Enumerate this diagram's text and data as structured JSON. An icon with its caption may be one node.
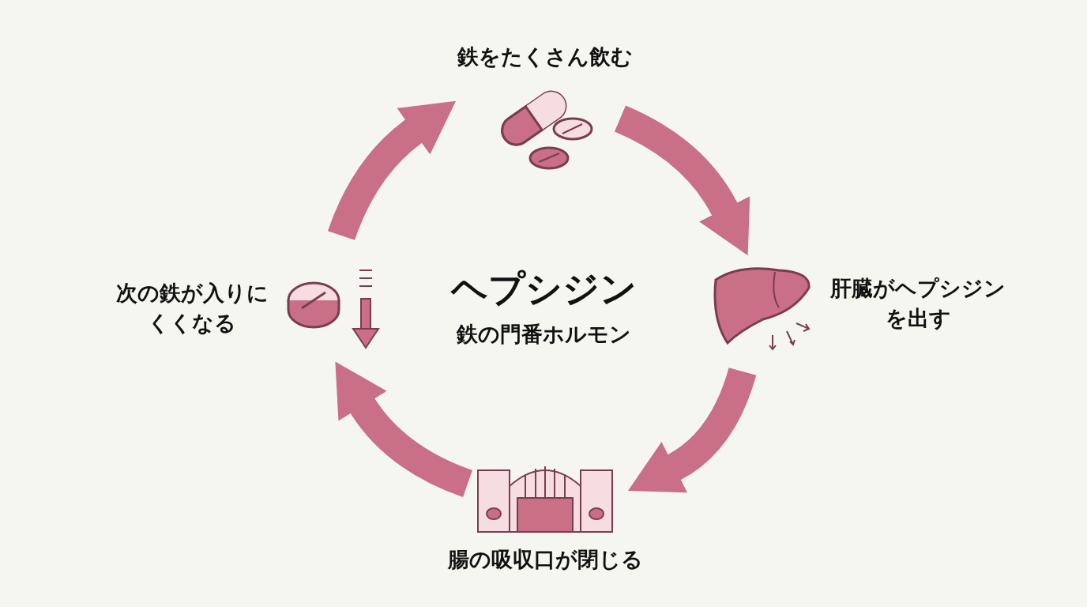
{
  "diagram": {
    "nodes": [
      {
        "text": [
          "鉄をたくさん飲む"
        ]
      },
      {
        "text": [
          "肝臓がヘプシジンを出す"
        ]
      },
      {
        "text": [
          "腸の吸収口が閉じる"
        ]
      },
      {
        "text": [
          "次の鉄が入りにくくなる"
        ]
      }
    ],
    "edges": [
      {
        "from": 0,
        "to": 1,
        "arrow": "to"
      },
      {
        "from": 1,
        "to": 2,
        "arrow": "to"
      },
      {
        "from": 2,
        "to": 3,
        "arrow": "to"
      },
      {
        "from": 3,
        "to": 0,
        "arrow": "to"
      }
    ],
    "labels": [
      "ヘプシジン",
      "鉄の門番ホルモン"
    ]
  }
}
